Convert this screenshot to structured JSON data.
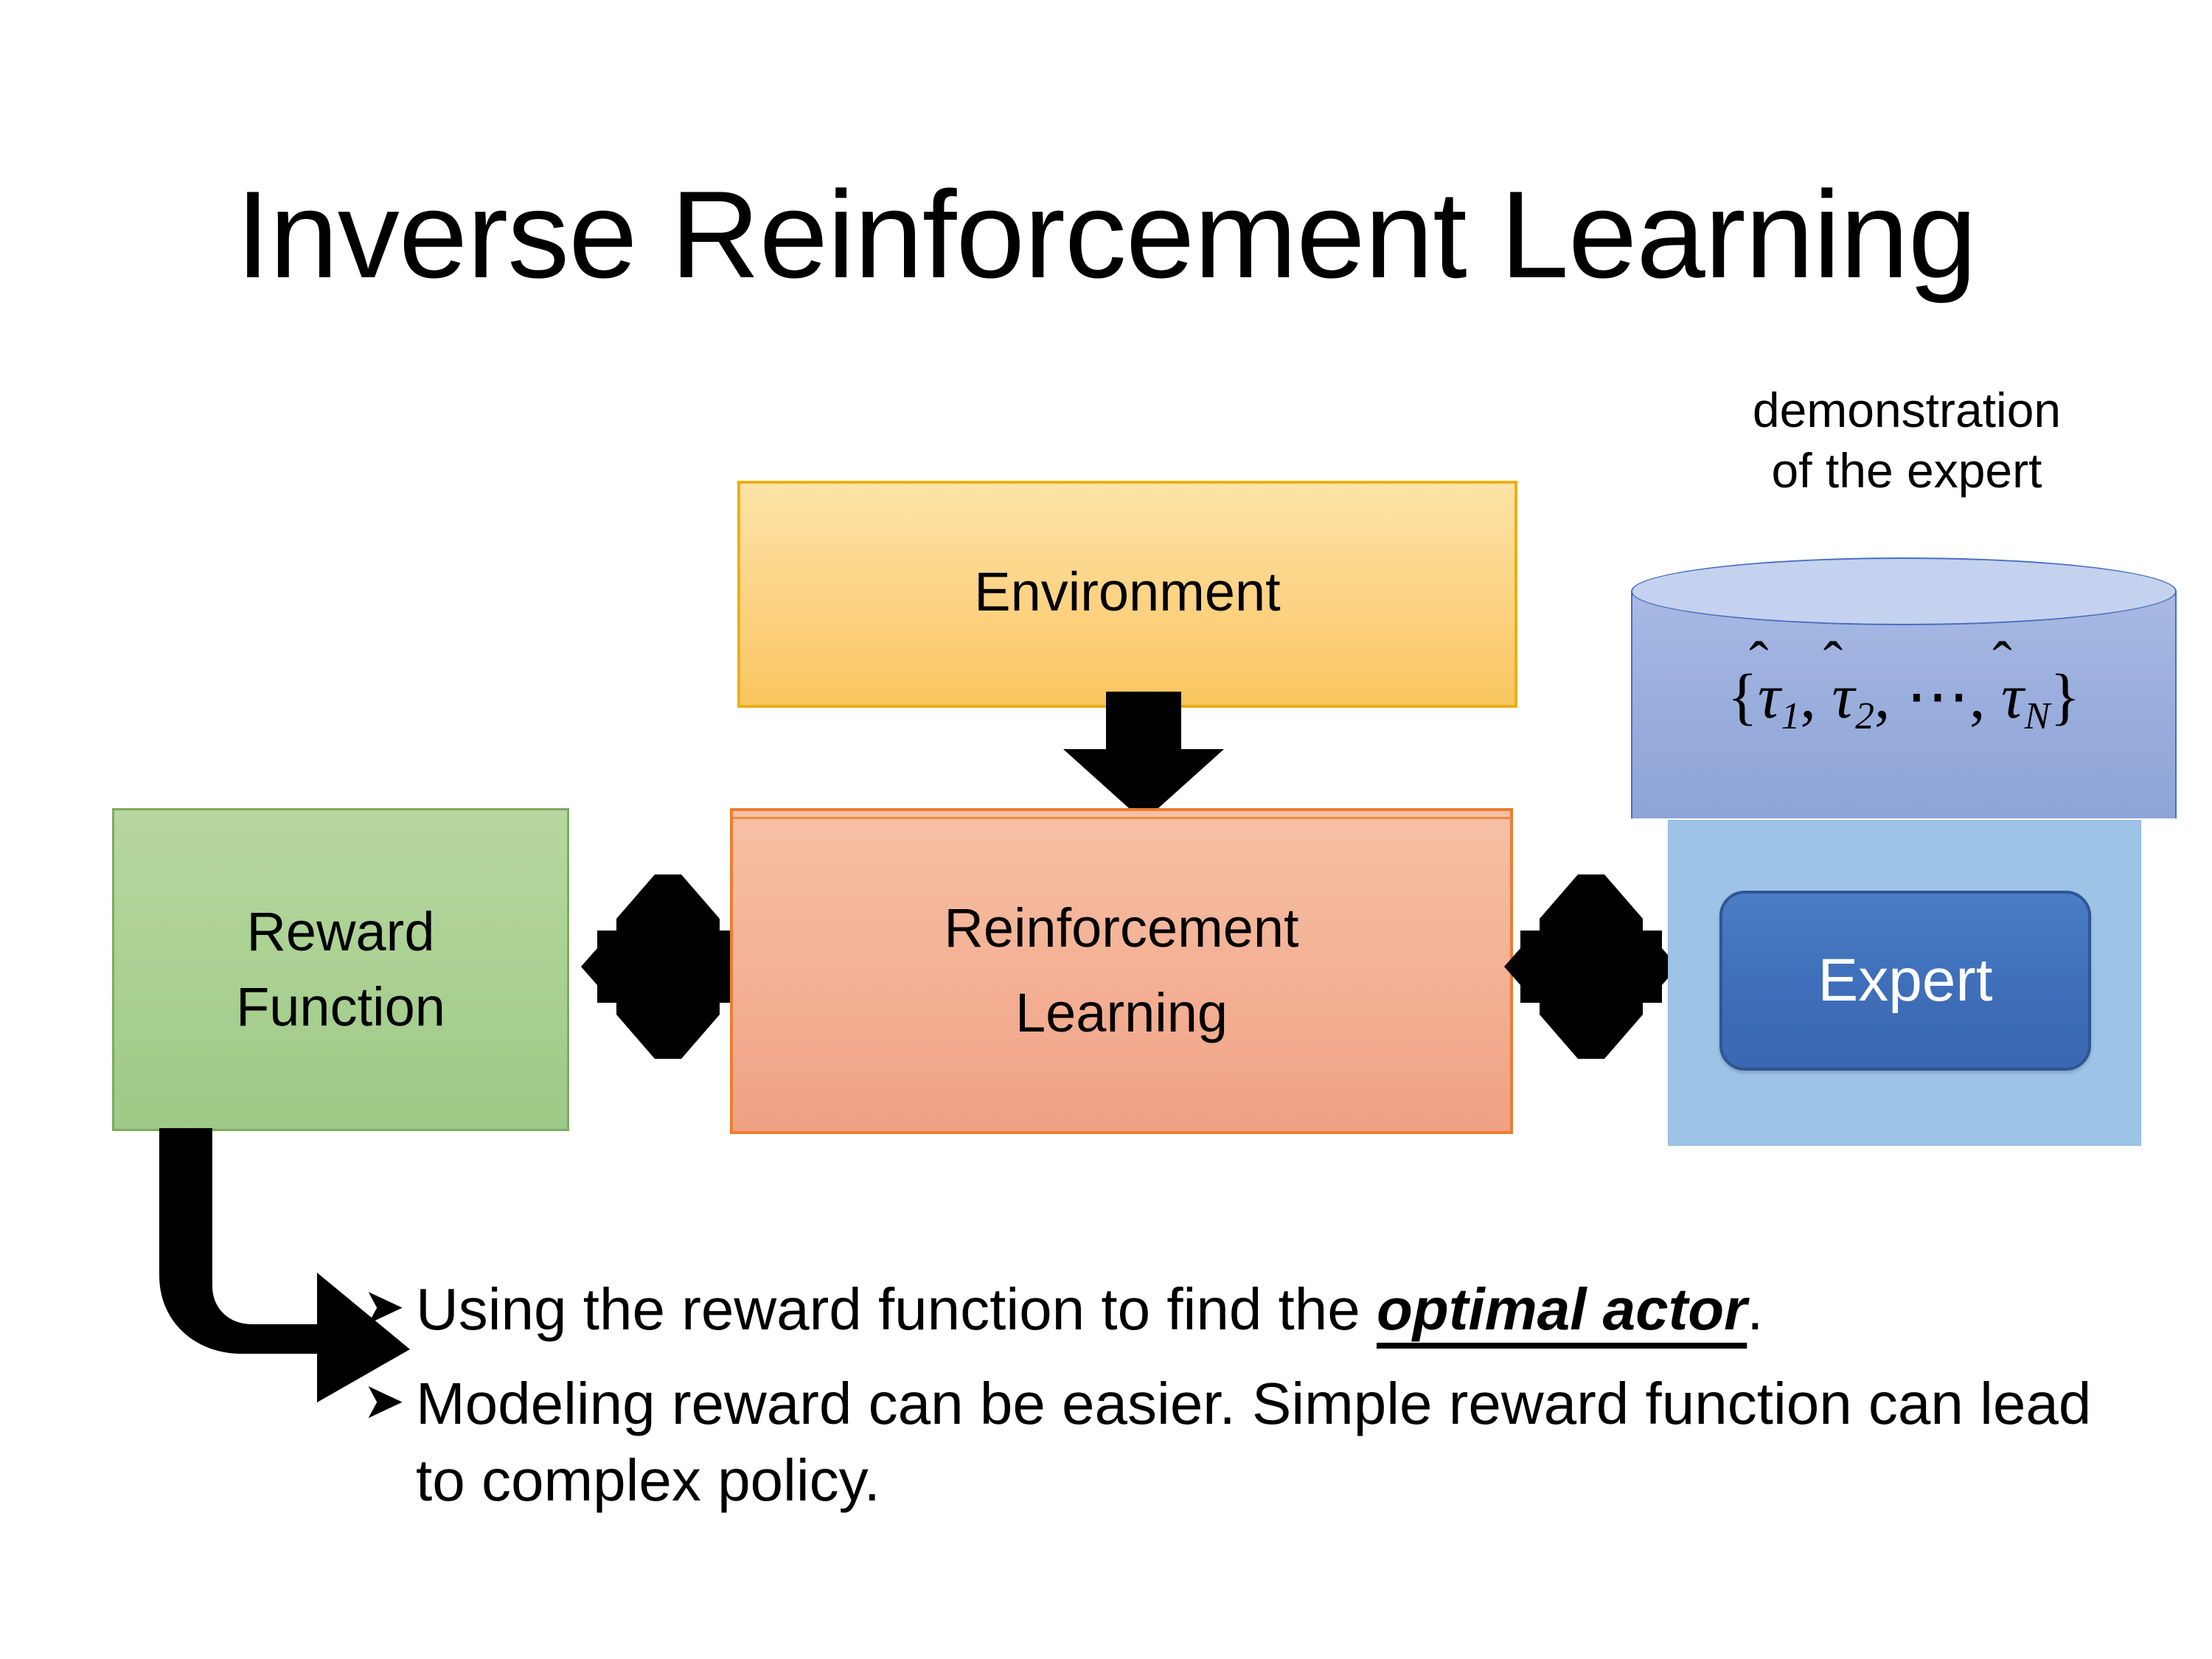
{
  "slide": {
    "title": "Inverse Reinforcement Learning",
    "background_color": "#ffffff"
  },
  "diagram": {
    "environment": {
      "label": "Environment",
      "fill_color": "#fcd282",
      "border_color": "#e8b019"
    },
    "reward_function": {
      "label_line1": "Reward",
      "label_line2": "Function",
      "fill_color": "#a9d091",
      "border_color": "#7faa5f"
    },
    "reinforcement_learning": {
      "label_line1": "Reinforcement",
      "label_line2": "Learning",
      "fill_color": "#f4b296",
      "border_color": "#ed7d31"
    },
    "demonstration": {
      "caption_line1": "demonstration",
      "caption_line2": "of the expert",
      "cylinder_fill_color": "#9aaedd",
      "cylinder_border_color": "#4a6fbf",
      "formula": {
        "open_brace": "{",
        "terms": [
          {
            "symbol": "τ",
            "hat": "ˆ",
            "sub": "1",
            "sep": ", "
          },
          {
            "symbol": "τ",
            "hat": "ˆ",
            "sub": "2",
            "sep": ", "
          },
          {
            "symbol": "⋯",
            "hat": "",
            "sub": "",
            "sep": ", "
          },
          {
            "symbol": "τ",
            "hat": "ˆ",
            "sub": "N",
            "sep": ""
          }
        ],
        "close_brace": "}",
        "plain_text": "{τ̂1, τ̂2, ⋯, τ̂N}"
      }
    },
    "expert_panel": {
      "fill_color": "#9dc3e6",
      "chip_label": "Expert",
      "chip_fill_color": "#3f6fba",
      "chip_border_color": "#2f5597",
      "chip_text_color": "#ffffff"
    },
    "arrows": [
      {
        "name": "environment-to-rl",
        "direction": "down",
        "color": "#000000"
      },
      {
        "name": "reward-rl-exchange",
        "direction": "four-way",
        "color": "#000000"
      },
      {
        "name": "rl-expert-exchange",
        "direction": "four-way",
        "color": "#000000"
      },
      {
        "name": "reward-to-bullets",
        "direction": "elbow-down-right",
        "color": "#000000"
      }
    ]
  },
  "bullets": [
    {
      "marker": "➤",
      "text_before": "Using the reward function to find the ",
      "emphasis": "optimal actor",
      "text_after": "."
    },
    {
      "marker": "➤",
      "text_before": "Modeling reward can be easier. Simple reward function can lead to complex policy.",
      "emphasis": "",
      "text_after": ""
    }
  ]
}
